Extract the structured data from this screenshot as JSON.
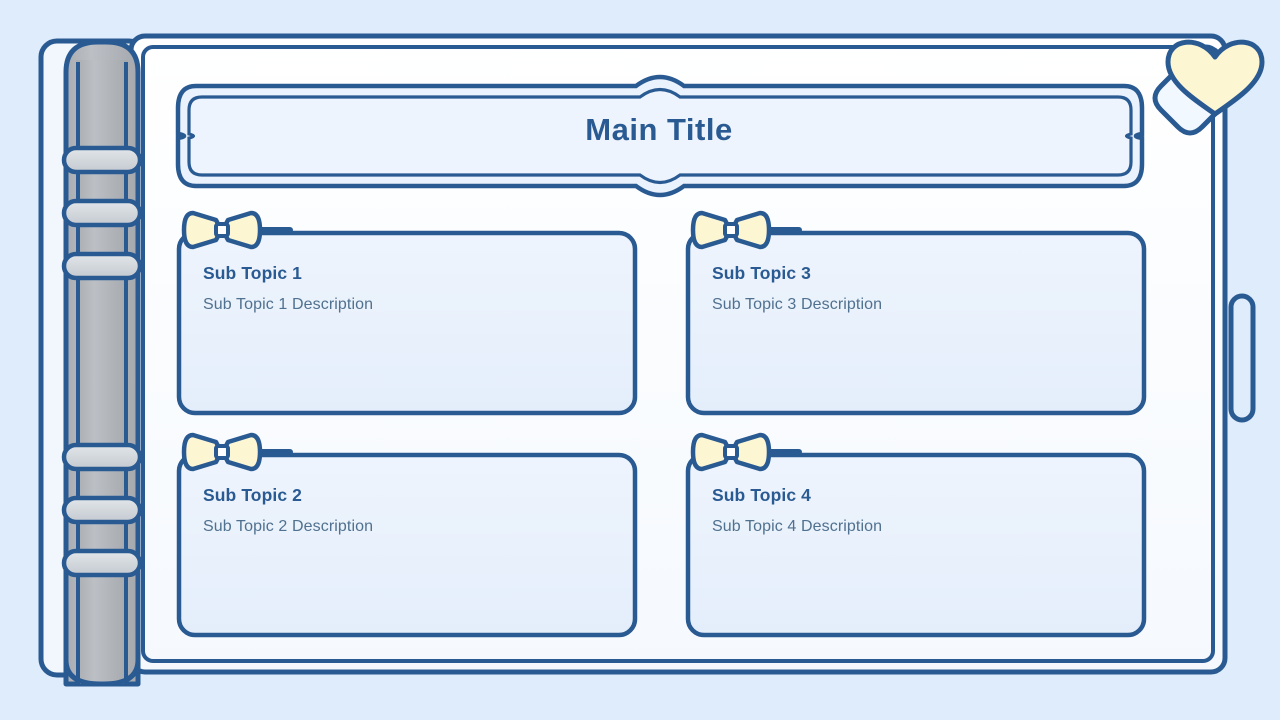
{
  "page": {
    "background_color": "#dfecfb",
    "paper_color": "#fbfdff",
    "outline_color": "#2a5a92",
    "accent_cream": "#fdf6d3",
    "spine_color": "#b3b3b3",
    "ring_color": "#d4d9de",
    "card_fill": "#eaf2fd",
    "title_color": "#2a5a92",
    "desc_color": "#50718f"
  },
  "header": {
    "title": "Main Title"
  },
  "decor": {
    "heart_icon": "heart-icon",
    "pin_icon": "pin-icon",
    "bookmark_icon": "bookmark-tab-icon",
    "ribbon_icon": "bow-ribbon-icon",
    "ring_icon": "binder-ring-icon",
    "spine_icon": "notebook-spine-icon"
  },
  "cards": [
    {
      "id": "sub-topic-1",
      "title": "Sub Topic 1",
      "description": "Sub Topic 1 Description"
    },
    {
      "id": "sub-topic-2",
      "title": "Sub Topic 2",
      "description": "Sub Topic 2 Description"
    },
    {
      "id": "sub-topic-3",
      "title": "Sub Topic 3",
      "description": "Sub Topic 3 Description"
    },
    {
      "id": "sub-topic-4",
      "title": "Sub Topic 4",
      "description": "Sub Topic 4 Description"
    }
  ]
}
